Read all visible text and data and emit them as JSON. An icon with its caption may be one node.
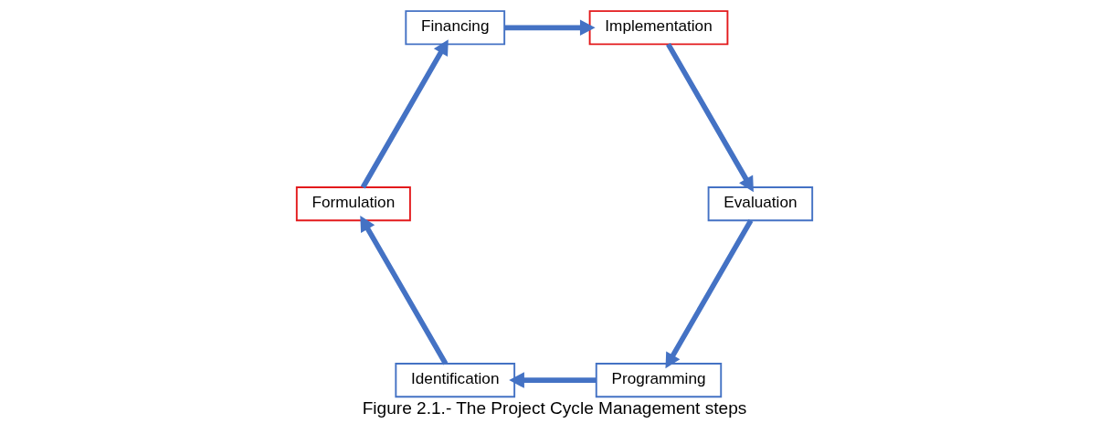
{
  "diagram": {
    "caption": "Figure 2.1.- The Project Cycle Management steps",
    "nodes": [
      {
        "text": [
          "Programming"
        ]
      },
      {
        "text": [
          "Identification"
        ]
      },
      {
        "text": [
          "Formulation"
        ]
      },
      {
        "text": [
          "Financing"
        ]
      },
      {
        "text": [
          "Implementation"
        ]
      },
      {
        "text": [
          "Evaluation"
        ]
      }
    ],
    "edges": [
      {
        "from": 0,
        "to": 1,
        "arrow": "to"
      },
      {
        "from": 1,
        "to": 2,
        "arrow": "to"
      },
      {
        "from": 2,
        "to": 3,
        "arrow": "to"
      },
      {
        "from": 3,
        "to": 4,
        "arrow": "to"
      },
      {
        "from": 4,
        "to": 5,
        "arrow": "to"
      },
      {
        "from": 5,
        "to": 0,
        "arrow": "to"
      }
    ]
  }
}
